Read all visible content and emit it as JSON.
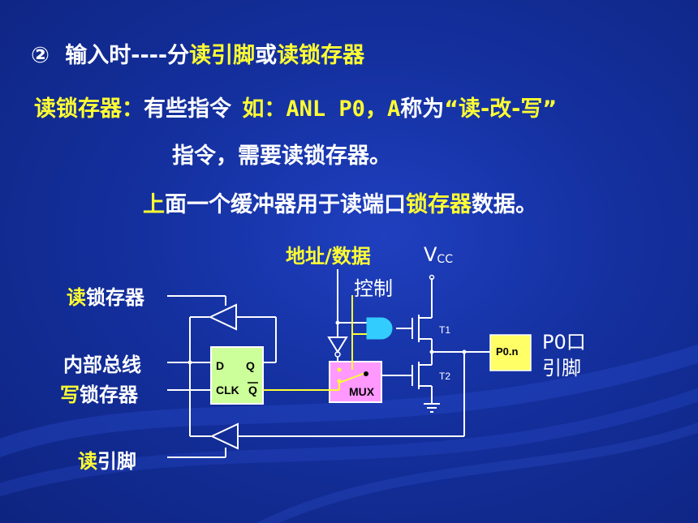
{
  "heading": {
    "number": "②",
    "prefix": "输入时----分",
    "term1": "读引脚",
    "or": "或",
    "term2": "读锁存器"
  },
  "para1": {
    "term": "读锁存器：",
    "text_a": "有些指令",
    "example": "如：ANL P0，A",
    "text_b": "称为",
    "quote": "“读-改-写”"
  },
  "para2": {
    "text": "指令，需要读锁存器。"
  },
  "para3": {
    "up": "上",
    "text_a": "面一个缓冲器用于读端口",
    "latch": "锁存器",
    "text_b": "数据。"
  },
  "diagram": {
    "addr_data": "地址/数据",
    "vcc_v": "V",
    "vcc_sub": "CC",
    "control": "控制",
    "read_latch": {
      "hl": "读",
      "rest": "锁存器"
    },
    "internal_bus": "内部总线",
    "write_latch": {
      "hl": "写",
      "rest": "锁存器"
    },
    "read_pin": {
      "hl": "读",
      "rest": "引脚"
    },
    "latch_d": "D",
    "latch_q": "Q",
    "latch_clk": "CLK",
    "latch_qbar": "Q",
    "mux": "MUX",
    "t1": "T1",
    "t2": "T2",
    "pin_box": "P0.n",
    "port_line1": "P0口",
    "port_line2": "引脚"
  },
  "colors": {
    "background": "#14309e",
    "highlight": "#ffff33",
    "wire": "#ffffff",
    "block_fill": "#ccff99",
    "mux_fill": "#ff99ff",
    "and_gate": "#33ccff",
    "pin_fill": "#ffff66"
  }
}
